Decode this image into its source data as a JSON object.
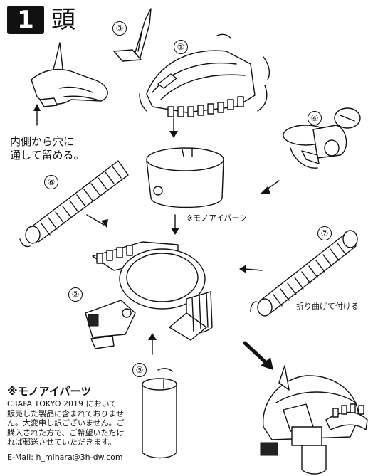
{
  "header": {
    "step_number": "1",
    "title": "頭"
  },
  "callouts": {
    "insert_note": [
      "内側から穴に",
      "通して留める。"
    ],
    "mono_eye_label": "※モノアイパーツ",
    "fold_label": "折り曲げて付ける"
  },
  "part_numbers": [
    "①",
    "②",
    "③",
    "④",
    "⑤",
    "⑥",
    "⑦"
  ],
  "note": {
    "title": "※モノアイパーツ",
    "lines": [
      "C3AFA TOKYO 2019 において",
      "販売した製品に含まれておりませ",
      "ん。大変申し訳ございません。ご",
      "購入された方で、ご希望いただけ",
      "れば郵送させていただきます。"
    ],
    "email": "E-Mail: h_mihara@3h-dw.com"
  }
}
